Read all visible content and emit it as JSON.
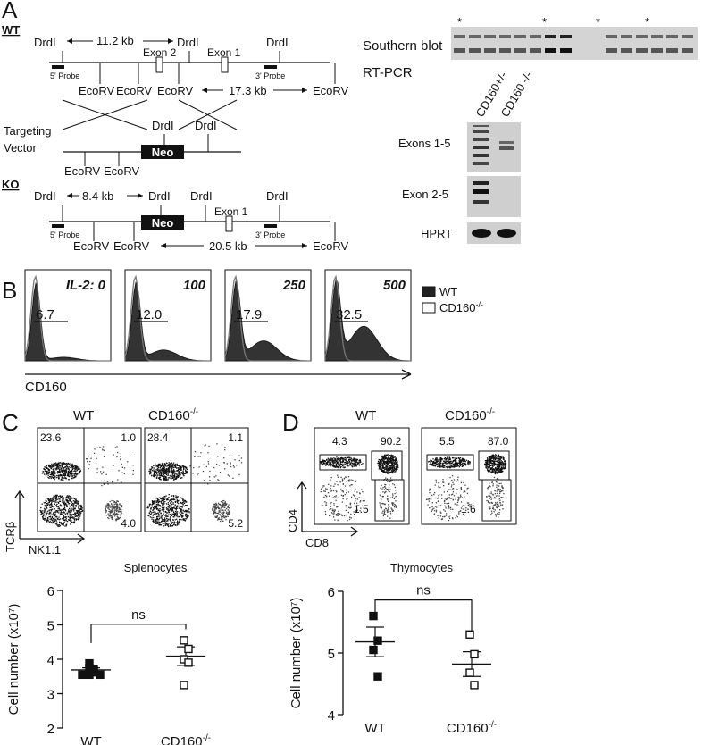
{
  "panel_labels": {
    "a": "A",
    "b": "B",
    "c": "C",
    "d": "D"
  },
  "panel_a": {
    "wt_label": "WT",
    "ko_label": "KO",
    "drdi": "DrdI",
    "ecorv": "EcoRV",
    "exon1": "Exon 1",
    "exon2": "Exon 2",
    "neo": "Neo",
    "probe5": "5' Probe",
    "probe3": "3' Probe",
    "wt_dist1": "11.2 kb",
    "wt_dist2": "17.3 kb",
    "ko_dist1": "8.4 kb",
    "ko_dist2": "20.5 kb",
    "targeting_line1": "Targeting",
    "targeting_line2": "Vector",
    "southern_blot": "Southern blot",
    "rt_pcr": "RT-PCR",
    "lane_cd160het": "CD160+/-",
    "lane_cd160ko": "CD160 -/-",
    "gel_rows": [
      "Exons 1-5",
      "Exon 2-5",
      "HPRT"
    ],
    "asterisk": "*"
  },
  "panel_b": {
    "conditions": [
      {
        "label": "IL-2:",
        "dose": "0",
        "percent": "6.7"
      },
      {
        "label": "",
        "dose": "100",
        "percent": "12.0"
      },
      {
        "label": "",
        "dose": "250",
        "percent": "17.9"
      },
      {
        "label": "",
        "dose": "500",
        "percent": "32.5"
      }
    ],
    "legend_wt": "WT",
    "legend_ko": "CD160",
    "legend_ko_sup": "-/-",
    "axis_label": "CD160"
  },
  "panel_c": {
    "wt_title": "WT",
    "ko_title": "CD160",
    "ko_sup": "-/-",
    "wt_quadrants": [
      "23.6",
      "1.0",
      "4.0"
    ],
    "ko_quadrants": [
      "28.4",
      "1.1",
      "5.2"
    ],
    "y_marker": "TCRβ",
    "x_marker": "NK1.1"
  },
  "panel_d": {
    "wt_title": "WT",
    "ko_title": "CD160",
    "ko_sup": "-/-",
    "wt_gates": [
      "4.3",
      "90.2",
      "1.5"
    ],
    "ko_gates": [
      "5.5",
      "87.0",
      "1.6"
    ],
    "y_marker": "CD4",
    "x_marker": "CD8"
  },
  "chart_data": [
    {
      "type": "scatter",
      "title": "Splenocytes",
      "ylabel": "Cell number (x10⁷)",
      "categories": [
        "WT",
        "CD160"
      ],
      "category_sup": [
        "",
        "-/-"
      ],
      "ylim": [
        2,
        6
      ],
      "yticks": [
        "2",
        "3",
        "4",
        "5",
        "6"
      ],
      "significance": "ns",
      "series": [
        {
          "name": "WT",
          "values": [
            3.88,
            3.7,
            3.75,
            3.62,
            3.55,
            3.55,
            3.55
          ],
          "mean": 3.69,
          "sem": 0.06
        },
        {
          "name": "CD160-/-",
          "values": [
            4.55,
            4.3,
            4.0,
            3.9,
            3.25
          ],
          "mean": 4.09,
          "sem": 0.27
        }
      ]
    },
    {
      "type": "scatter",
      "title": "Thymocytes",
      "ylabel": "Cell number (x10⁷)",
      "categories": [
        "WT",
        "CD160"
      ],
      "category_sup": [
        "",
        "-/-"
      ],
      "ylim": [
        4,
        6
      ],
      "yticks": [
        "4",
        "5",
        "6"
      ],
      "significance": "ns",
      "series": [
        {
          "name": "WT",
          "values": [
            5.6,
            5.2,
            5.05,
            4.62
          ],
          "mean": 5.18,
          "sem": 0.24
        },
        {
          "name": "CD160-/-",
          "values": [
            5.3,
            4.98,
            4.68,
            4.48
          ],
          "mean": 4.82,
          "sem": 0.2
        }
      ]
    }
  ]
}
